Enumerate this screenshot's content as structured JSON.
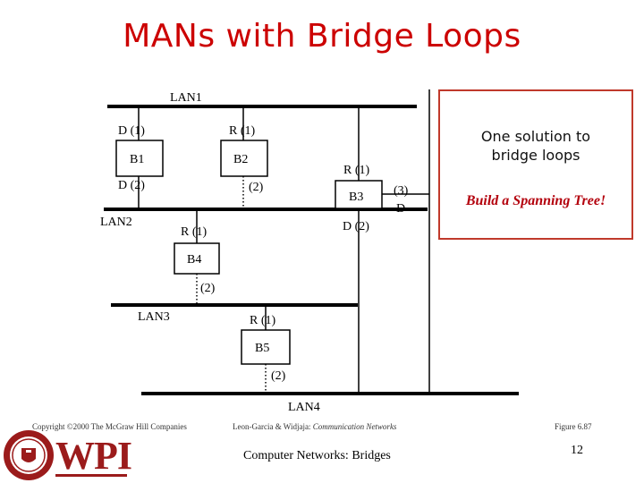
{
  "title": "MANs with Bridge Loops",
  "diagram": {
    "lans": {
      "lan1": "LAN1",
      "lan2": "LAN2",
      "lan3": "LAN3",
      "lan4": "LAN4"
    },
    "bridges": {
      "b1": {
        "label": "B1",
        "port1": "D (1)",
        "port2": "D (2)"
      },
      "b2": {
        "label": "B2",
        "port1": "R (1)",
        "port2": "(2)"
      },
      "b3": {
        "label": "B3",
        "port1": "R (1)",
        "port2": "D (2)",
        "port3": "(3)",
        "port3_role": "D"
      },
      "b4": {
        "label": "B4",
        "port1": "R (1)",
        "port2": "(2)"
      },
      "b5": {
        "label": "B5",
        "port1": "R (1)",
        "port2": "(2)"
      }
    }
  },
  "callout": {
    "text_line1": "One solution to",
    "text_line2": "bridge loops",
    "emphasis": "Build a Spanning Tree!"
  },
  "footer": {
    "copyright": "Copyright ©2000 The McGraw Hill Companies",
    "citation_authors": "Leon-Garcia & Widjaja:",
    "citation_book": "Communication Networks",
    "figure": "Figure 6.87",
    "course": "Computer Networks: Bridges",
    "page": "12",
    "logo_text": "WPI"
  },
  "colors": {
    "title": "#cc0000",
    "callout_border": "#c0392b",
    "callout_emphasis": "#b3000c",
    "logo": "#9b1b1b"
  }
}
